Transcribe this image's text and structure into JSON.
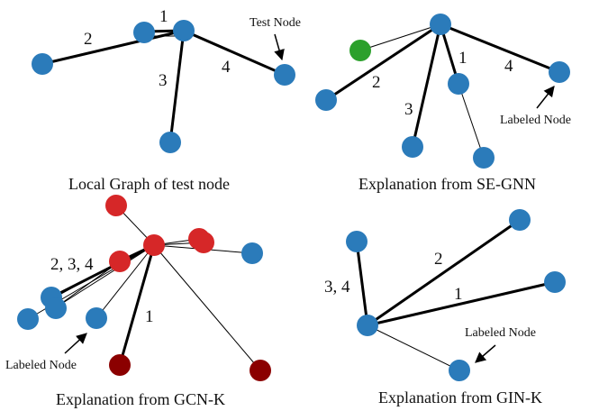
{
  "colors": {
    "node_blue": "#2b7bba",
    "node_green": "#2ca02c",
    "node_red": "#d62728",
    "node_dark_red": "#8b0000",
    "edge": "#000000"
  },
  "panels": [
    {
      "id": "local-graph",
      "caption": "Local Graph of test node",
      "edge_labels": [
        "1",
        "2",
        "3",
        "4"
      ],
      "annotations": [
        "Test Node"
      ]
    },
    {
      "id": "se-gnn",
      "caption": "Explanation from SE-GNN",
      "edge_labels": [
        "1",
        "2",
        "3",
        "4"
      ],
      "annotations": [
        "Labeled Node"
      ]
    },
    {
      "id": "gcn-k",
      "caption": "Explanation from GCN-K",
      "edge_labels": [
        "2, 3, 4",
        "1"
      ],
      "annotations": [
        "Labeled Node"
      ]
    },
    {
      "id": "gin-k",
      "caption": "Explanation from GIN-K",
      "edge_labels": [
        "3, 4",
        "2",
        "1"
      ],
      "annotations": [
        "Labeled Node"
      ]
    }
  ]
}
